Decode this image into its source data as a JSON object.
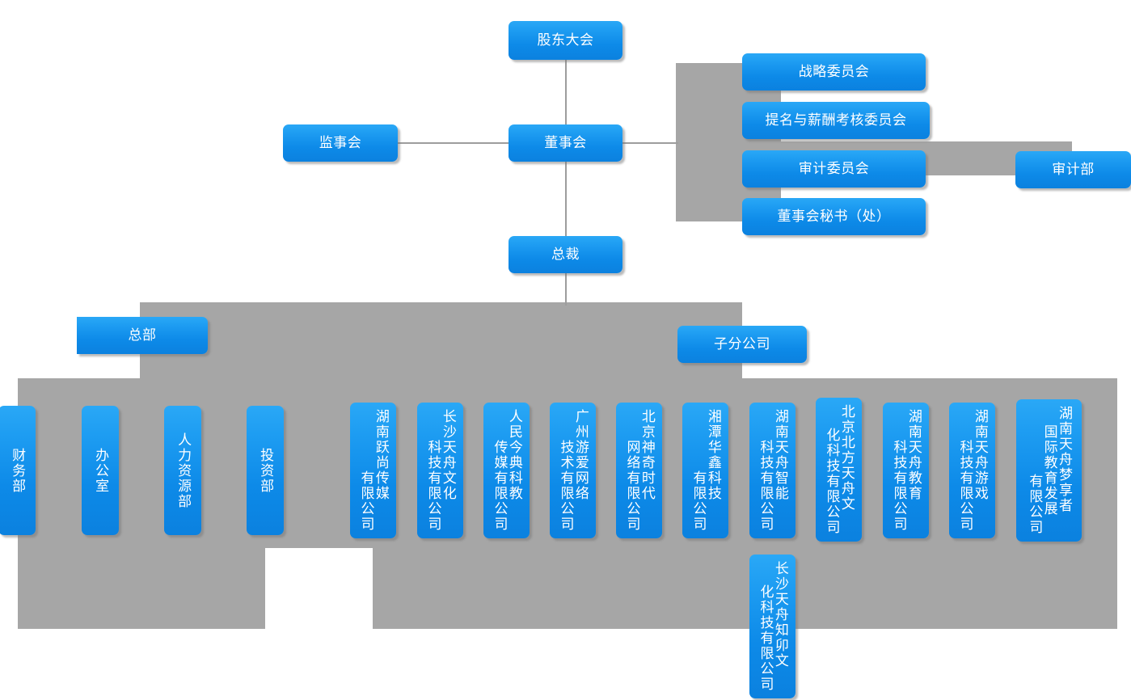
{
  "colors": {
    "box_top": "#2aa8f6",
    "box_bottom": "#0b81df",
    "backdrop_gray": "#a6a6a6",
    "connector_gray": "#9d9d9d",
    "text": "#ffffff"
  },
  "governance": {
    "shareholders_meeting": "股东大会",
    "board_of_directors": "董事会",
    "supervisory_board": "监事会",
    "president": "总裁",
    "audit_department": "审计部"
  },
  "committees": [
    {
      "label": "战略委员会"
    },
    {
      "label": "提名与薪酬考核委员会"
    },
    {
      "label": "审计委员会"
    },
    {
      "label": "董事会秘书（处）"
    }
  ],
  "groups": {
    "headquarters": "总部",
    "subsidiaries": "子分公司"
  },
  "headquarters_departments": [
    {
      "name": "财务部",
      "columns": [
        "财务部"
      ]
    },
    {
      "name": "办公室",
      "columns": [
        "办公室"
      ]
    },
    {
      "name": "人力资源部",
      "columns": [
        "人力资源部"
      ]
    },
    {
      "name": "投资部",
      "columns": [
        "投资部"
      ]
    }
  ],
  "subsidiary_companies": [
    {
      "name": "湖南跃尚传媒有限公司",
      "columns": [
        "湖南跃尚传媒",
        "有限公司"
      ]
    },
    {
      "name": "长沙天舟文化科技有限公司",
      "columns": [
        "长沙天舟文化",
        "科技有限公司"
      ]
    },
    {
      "name": "人民今典科教传媒有限公司",
      "columns": [
        "人民今典科教",
        "传媒有限公司"
      ]
    },
    {
      "name": "广州游爱网络技术有限公司",
      "columns": [
        "广州游爱网络",
        "技术有限公司"
      ]
    },
    {
      "name": "北京神奇时代网络有限公司",
      "columns": [
        "北京神奇时代",
        "网络有限公司"
      ]
    },
    {
      "name": "湘潭华鑫科技有限公司",
      "columns": [
        "湘潭华鑫科技",
        "有限公司"
      ]
    },
    {
      "name": "湖南天舟智能科技有限公司",
      "columns": [
        "湖南天舟智能",
        "科技有限公司"
      ]
    },
    {
      "name": "北京北方天舟文化科技有限公司",
      "columns": [
        "北京北方天舟文",
        "化科技有限公司"
      ]
    },
    {
      "name": "湖南天舟教育科技有限公司",
      "columns": [
        "湖南天舟教育",
        "科技有限公司"
      ]
    },
    {
      "name": "湖南天舟游戏科技有限公司",
      "columns": [
        "湖南天舟游戏",
        "科技有限公司"
      ]
    },
    {
      "name": "湖南天舟梦享者国际教育发展有限公司",
      "columns": [
        "湖南天舟梦享者",
        "国际教育发展",
        "有限公司"
      ]
    }
  ],
  "subsidiary_companies_row2": [
    {
      "name": "长沙天舟知卯文化科技有限公司",
      "columns": [
        "长沙天舟知卯文",
        "化科技有限公司"
      ]
    }
  ]
}
